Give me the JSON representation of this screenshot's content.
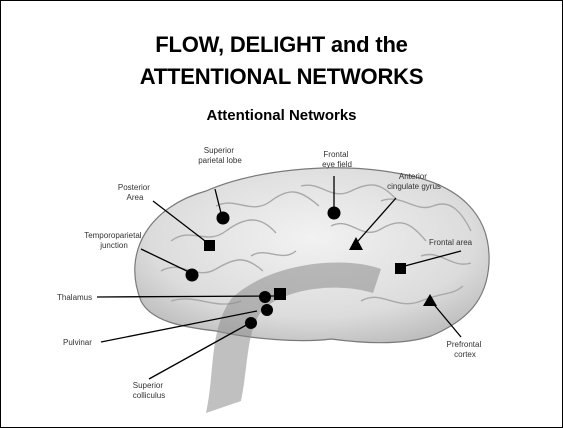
{
  "title_line1": "FLOW, DELIGHT and the",
  "title_line2": "ATTENTIONAL NETWORKS",
  "subtitle": "Attentional Networks",
  "labels": {
    "superior_parietal_1": "Superior",
    "superior_parietal_2": "parietal lobe",
    "posterior_1": "Posterior",
    "posterior_2": "Area",
    "temporoparietal_1": "Temporoparietal",
    "temporoparietal_2": "junction",
    "thalamus": "Thalamus",
    "pulvinar": "Pulvinar",
    "superior_colliculus_1": "Superior",
    "superior_colliculus_2": "colliculus",
    "frontal_eye_1": "Frontal",
    "frontal_eye_2": "eye field",
    "anterior_cingulate_1": "Anterior",
    "anterior_cingulate_2": "cingulate gyrus",
    "frontal_area": "Frontal area",
    "prefrontal_1": "Prefrontal",
    "prefrontal_2": "cortex"
  }
}
